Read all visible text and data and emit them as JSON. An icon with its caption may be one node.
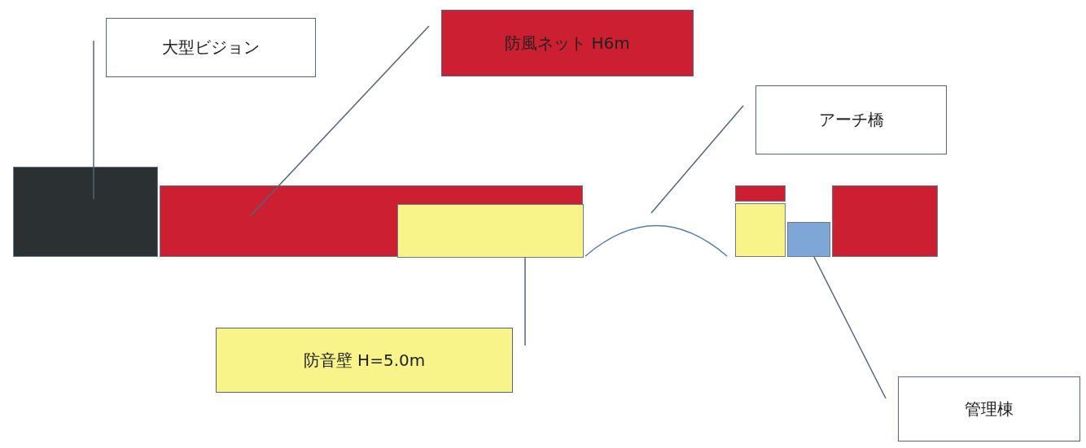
{
  "diagram": {
    "nodes": [
      {
        "text": [
          "大型ビジョン"
        ]
      },
      {
        "text": [
          "防風ネット H6m"
        ]
      },
      {
        "text": [
          "アーチ橋"
        ]
      },
      {
        "text": [
          "防音壁 H=5.0m"
        ]
      },
      {
        "text": [
          "管理棟"
        ]
      },
      {
        "text": [],
        "shape": "box"
      },
      {
        "text": [],
        "shape": "box"
      },
      {
        "text": [],
        "shape": "box",
        "in": 6
      },
      {
        "text": [],
        "shape": "arc"
      },
      {
        "text": [],
        "shape": "box"
      },
      {
        "text": [],
        "shape": "box"
      },
      {
        "text": [],
        "shape": "box"
      },
      {
        "text": [],
        "shape": "box"
      }
    ],
    "edges": [
      {
        "from": 0,
        "to": 5,
        "arrow": "none"
      },
      {
        "from": 1,
        "to": 6,
        "arrow": "none"
      },
      {
        "from": 2,
        "to": 8,
        "arrow": "none"
      },
      {
        "from": 3,
        "to": 7,
        "arrow": "none"
      },
      {
        "from": 4,
        "to": 11,
        "arrow": "none"
      }
    ]
  }
}
